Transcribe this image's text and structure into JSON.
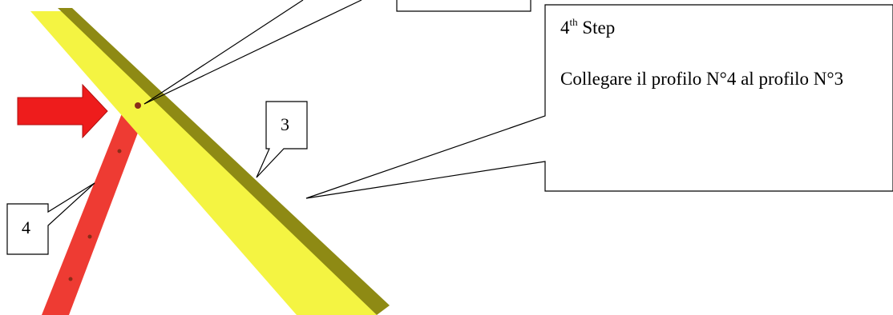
{
  "step": {
    "number": "4",
    "ordinal_suffix": "th",
    "word": "Step",
    "instruction": "Collegare il profilo N°4 al profilo N°3"
  },
  "labels": {
    "profile_3": "3",
    "profile_4": "4"
  },
  "colors": {
    "profile_3_face": "#f4f442",
    "profile_3_edge": "#8e8a14",
    "profile_4": "#ee3b33",
    "arrow": "#ee1c1c",
    "hole": "#8a2c18",
    "callout_border": "#000000"
  },
  "icons": [
    "right-arrow-icon"
  ]
}
